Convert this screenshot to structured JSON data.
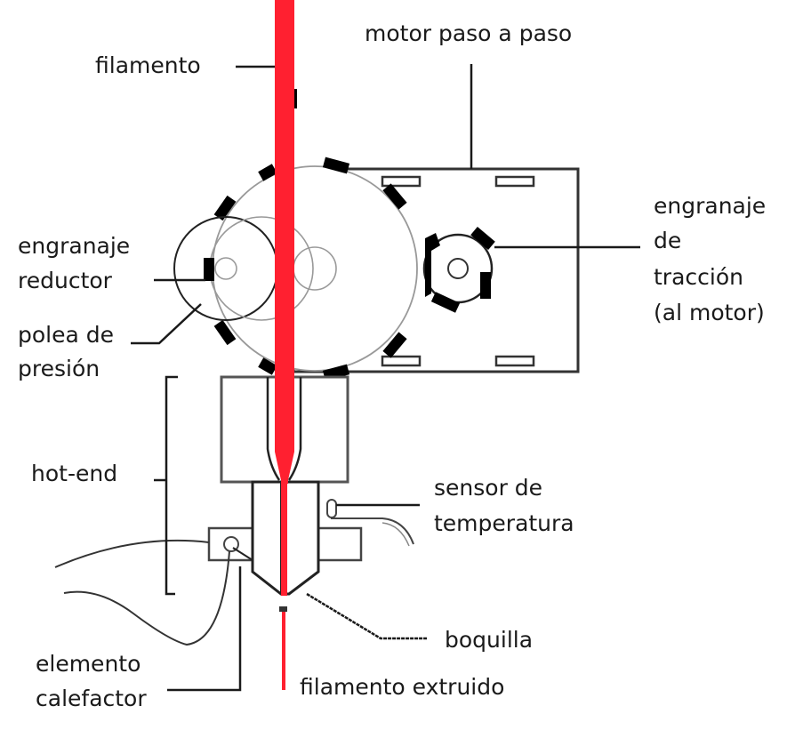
{
  "title": "Diagrama de extrusor de impresora 3D",
  "colors": {
    "filament": "#ff2030",
    "line": "#1a1a1a"
  },
  "labels": {
    "filamento": "filamento",
    "motor": "motor paso a paso",
    "traccion": [
      "engranaje",
      "de",
      "tracción",
      "(al motor)"
    ],
    "reductor": [
      "engranaje",
      "reductor"
    ],
    "polea": [
      "polea de",
      "presión"
    ],
    "hotend": "hot-end",
    "sensor": [
      "sensor de",
      "temperatura"
    ],
    "boquilla": "boquilla",
    "calefactor": [
      "elemento",
      "calefactor"
    ],
    "extruido": "filamento extruido"
  }
}
